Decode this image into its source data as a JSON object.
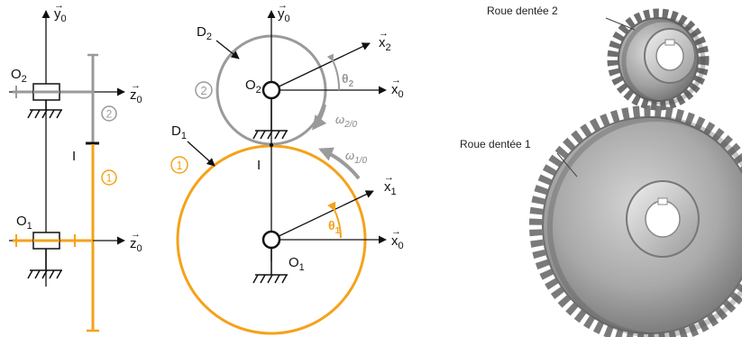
{
  "colors": {
    "line": "#111111",
    "gear1": "#f5a21a",
    "gear2": "#9a9a9a",
    "metal_dark": "#5e5e5e",
    "metal_mid": "#8c8c8c",
    "metal_light": "#cfcfcf"
  },
  "left_view": {
    "axis_y": {
      "symbol": "y",
      "sub": "0"
    },
    "axis_z_top": {
      "symbol": "z",
      "sub": "0"
    },
    "axis_z_bottom": {
      "symbol": "z",
      "sub": "0"
    },
    "point_O2": {
      "symbol": "O",
      "sub": "2"
    },
    "point_O1": {
      "symbol": "O",
      "sub": "1"
    },
    "point_I": "I",
    "label_part2": "2",
    "label_part1": "1"
  },
  "center_view": {
    "axis_y": {
      "symbol": "y",
      "sub": "0"
    },
    "axis_x2": {
      "symbol": "x",
      "sub": "2"
    },
    "axis_x0_top": {
      "symbol": "x",
      "sub": "0"
    },
    "axis_x1": {
      "symbol": "x",
      "sub": "1"
    },
    "axis_x0_bottom": {
      "symbol": "x",
      "sub": "0"
    },
    "circle_D2": {
      "symbol": "D",
      "sub": "2"
    },
    "circle_D1": {
      "symbol": "D",
      "sub": "1"
    },
    "point_O2": {
      "symbol": "O",
      "sub": "2"
    },
    "point_O1": {
      "symbol": "O",
      "sub": "1"
    },
    "point_I": "I",
    "label_part2": "2",
    "label_part1": "1",
    "angle_theta2": {
      "symbol": "θ",
      "sub": "2"
    },
    "angle_theta1": {
      "symbol": "θ",
      "sub": "1"
    },
    "omega_21": {
      "symbol": "ω",
      "sub": "2/0"
    },
    "omega_10": {
      "symbol": "ω",
      "sub": "1/0"
    }
  },
  "photo": {
    "label_gear2": "Roue dentée 2",
    "label_gear1": "Roue dentée 1"
  }
}
